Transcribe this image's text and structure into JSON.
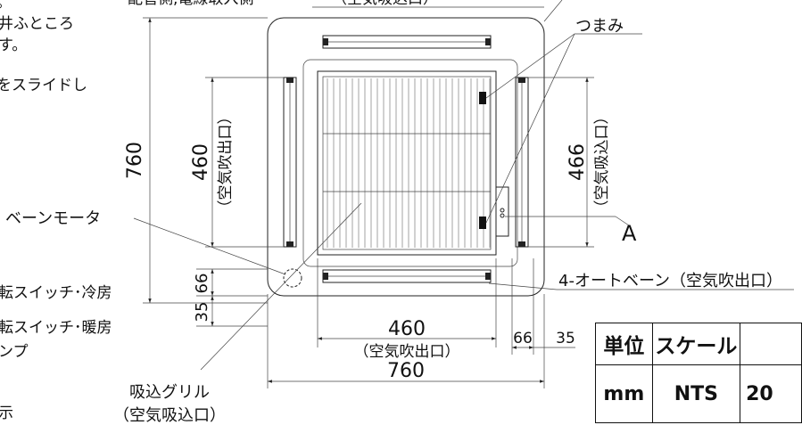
{
  "left_notes": {
    "line1": "。",
    "line2": "井ふところ",
    "line3": "す。",
    "line4": "をスライドし",
    "sw1": "転スイッチ･冷房",
    "sw2": "転スイッチ･暖房",
    "sw3": "ンプ",
    "disp": "示"
  },
  "top_labels": {
    "piping_side": "配管側,電線取入側",
    "air_intake_top": "（空気吸込口）"
  },
  "labels": {
    "knob": "つまみ",
    "vane_motor": "ベーンモータ",
    "point_a": "A",
    "auto_vane": "4-オートベーン（空気吹出口）",
    "intake_grille": "吸込グリル",
    "intake_grille_sub": "（空気吸込口）"
  },
  "dimensions": {
    "overall_height": "760",
    "outlet_height": "460",
    "outlet_height_sub": "（空気吹出口）",
    "intake_height": "466",
    "intake_height_sub": "（空気吸込口）",
    "offset_66_v": "66",
    "offset_35_v": "35",
    "outlet_width": "460",
    "outlet_width_sub": "（空気吹出口）",
    "overall_width": "760",
    "offset_66_h": "66",
    "offset_35_h": "35"
  },
  "spec_table": {
    "unit_header": "単位",
    "scale_header": "スケール",
    "unit_value": "mm",
    "scale_value": "NTS",
    "extra_value": "20"
  }
}
